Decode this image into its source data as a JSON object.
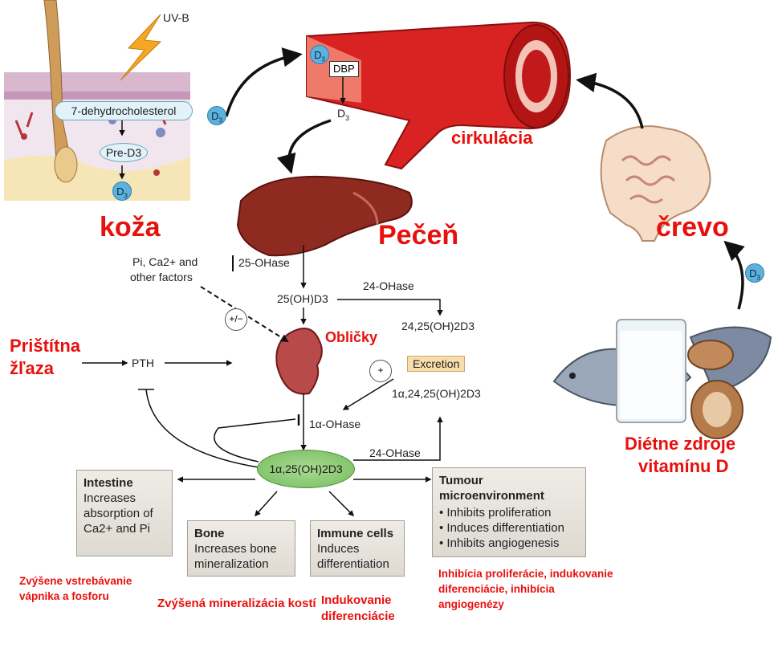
{
  "labels": {
    "uvb": "UV-B",
    "dehydro": "7-dehydrocholesterol",
    "pre_d3": "Pre-D3",
    "d3": "D3",
    "dbp": "DBP",
    "koza": "koža",
    "pecen": "Pečeň",
    "cirkulacia": "cirkulácia",
    "crevo": "črevo",
    "obličky": "Obličky",
    "pristitna_1": "Prištítna",
    "pristitna_2": "žľaza",
    "dietne_1": "Diétne zdroje",
    "dietne_2": "vitamínu D",
    "pi_factors_1": "Pi, Ca2+ and",
    "pi_factors_2": "other factors",
    "ohase25": "25-OHase",
    "ohd3": "25(OH)D3",
    "ohase24_top": "24-OHase",
    "d24_25": "24,25(OH)2D3",
    "plusminus": "+/−",
    "plus": "+",
    "excretion": "Excretion",
    "d1a_24_25": "1α,24,25(OH)2D3",
    "pth": "PTH",
    "ohase1a": "1α-OHase",
    "ohase24_bottom": "24-OHase",
    "calcitriol": "1α,25(OH)2D3"
  },
  "boxes": {
    "intestine": {
      "head": "Intestine",
      "text": "Increases absorption of Ca2+ and Pi"
    },
    "bone": {
      "head": "Bone",
      "text": "Increases bone mineralization"
    },
    "immune": {
      "head": "Immune cells",
      "text": "Induces differentiation"
    },
    "tumour": {
      "head": "Tumour microenvironment",
      "items": [
        "Inhibits proliferation",
        "Induces differentiation",
        "Inhibits angiogenesis"
      ]
    }
  },
  "notes": {
    "intestine_sk": "Zvýšene vstrebávanie vápnika a fosforu",
    "bone_sk": "Zvýšená mineralizácia kostí",
    "immune_sk": "Indukovanie diferenciácie",
    "tumour_sk": "Inhibícia proliferácie, indukovanie diferenciácie, inhibícia angiogenézy"
  },
  "colors": {
    "accent_red": "#e8100d",
    "d3_blue": "#5db2dd",
    "calcitriol_green": "#76bd5f",
    "organ_red": "#8e2a1f"
  }
}
